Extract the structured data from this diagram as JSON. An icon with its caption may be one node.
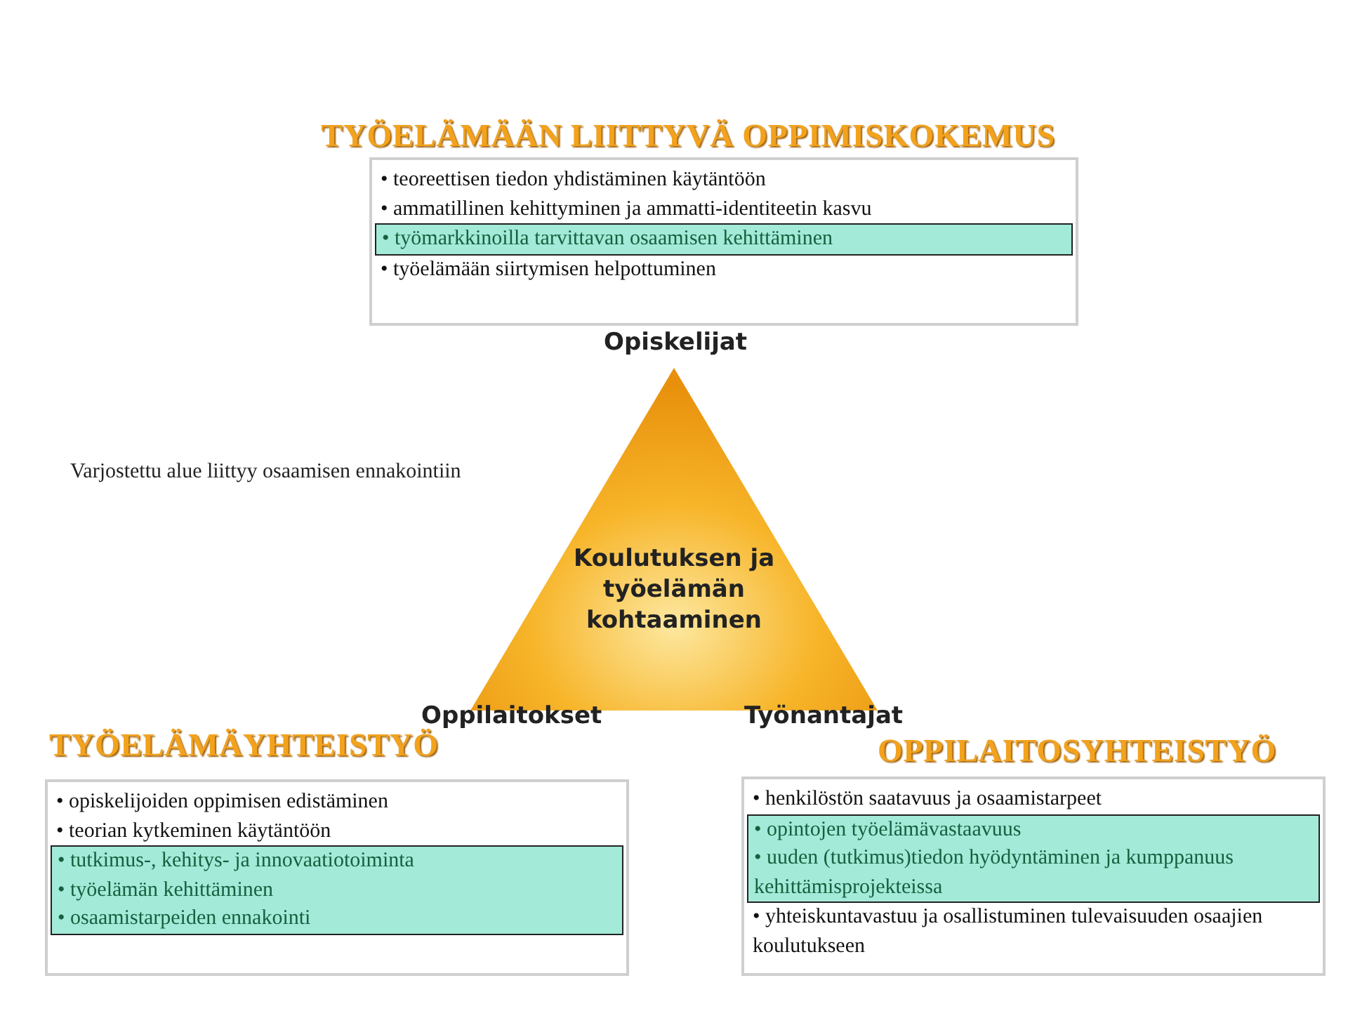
{
  "diagram": {
    "nodes": [
      {
        "text": [
          "TYÖELÄMÄÄN LIITTYVÄ OPPIMISKOKEMUS",
          "• teoreettisen tiedon yhdistäminen käytäntöön",
          "• ammatillinen kehittyminen ja ammatti-identiteetin kasvu",
          "• työelämään siirtymisen helpottuminen"
        ]
      },
      {
        "text": [
          "• työmarkkinoilla tarvittavan osaamisen kehittäminen"
        ],
        "in": 0
      },
      {
        "text": [
          "Koulutuksen ja työelämän kohtaaminen"
        ],
        "beside": [
          "Opiskelijat",
          "Oppilaitokset",
          "Työnantajat"
        ]
      },
      {
        "text": [
          "TYÖELÄMÄYHTEISTYÖ",
          "• opiskelijoiden oppimisen edistäminen",
          "• teorian kytkeminen käytäntöön"
        ]
      },
      {
        "text": [
          "• tutkimus-, kehitys- ja innovaatiotoiminta",
          "• työelämän kehittäminen",
          "• osaamistarpeiden ennakointi"
        ],
        "in": 3
      },
      {
        "text": [
          "OPPILAITOSYHTEISTYÖ",
          "• henkilöstön saatavuus ja osaamistarpeet",
          "• yhteiskuntavastuu ja osallistuminen tulevaisuuden osaajien koulutukseen"
        ]
      },
      {
        "text": [
          "• opintojen työelämävastaavuus",
          "• uuden (tutkimus)tiedon hyödyntäminen ja kumppanuus kehittämisprojekteissa"
        ],
        "in": 5
      }
    ],
    "labels": [
      "Varjostettu alue liittyy osaamisen ennakointiin"
    ]
  }
}
